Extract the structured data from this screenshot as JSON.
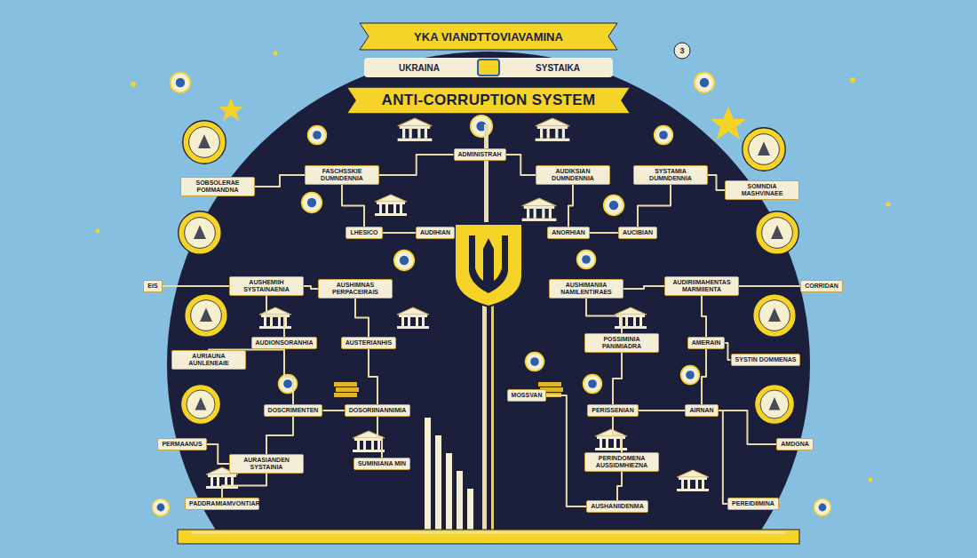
{
  "diagram": {
    "title": "ANTI-CORRUPTION SYSTEM",
    "nodes": [
      {
        "text": [
          "ADMINISTRAH"
        ]
      },
      {
        "text": [
          "SOBSOLERAE POMMANDNA"
        ]
      },
      {
        "text": [
          "FASCHSSKIE DUMNDENNIA"
        ]
      },
      {
        "text": [
          "AUDIKSIAN DUMNDENNIA"
        ]
      },
      {
        "text": [
          "SYSTAMIA DUMNDENNIA"
        ]
      },
      {
        "text": [
          "SOMNDIA MASHVINAEE"
        ]
      },
      {
        "text": [
          "LHESICO"
        ]
      },
      {
        "text": [
          "AUDIHIAN"
        ]
      },
      {
        "text": [
          "ANORHIAN"
        ]
      },
      {
        "text": [
          "AUCIBIAN"
        ]
      },
      {
        "text": [
          "EIS"
        ]
      },
      {
        "text": [
          "AUSHEMIIH SYSTAINAENIA"
        ]
      },
      {
        "text": [
          "AUSHIMNAS PERPACEIRAIS"
        ]
      },
      {
        "text": [
          "AUSHIMANIIA NAMILENTIRAES"
        ]
      },
      {
        "text": [
          "AUDIRIIMAHENTAS MARMIIENTA"
        ]
      },
      {
        "text": [
          "CORRIDAN"
        ]
      },
      {
        "text": [
          "AUDIONSORANHIA"
        ]
      },
      {
        "text": [
          "AUSTERIANHIS"
        ]
      },
      {
        "text": [
          "POSSIMINIA PANIMIADRA"
        ]
      },
      {
        "text": [
          "AMERAIN"
        ]
      },
      {
        "text": [
          "AURIAUNA AUNLENEAIE"
        ]
      },
      {
        "text": [
          "SYSTIN DOMMENAS"
        ]
      },
      {
        "text": [
          "DOSCRIMENTEN"
        ]
      },
      {
        "text": [
          "DOSORIINANNIMIA"
        ]
      },
      {
        "text": [
          "MOSSVAN"
        ]
      },
      {
        "text": [
          "PERISSENIAN"
        ]
      },
      {
        "text": [
          "AIRNAN"
        ]
      },
      {
        "text": [
          "PERMAANUS"
        ]
      },
      {
        "text": [
          "AMDGNA"
        ]
      },
      {
        "text": [
          "AURASIANDEN SYSTAINIA"
        ]
      },
      {
        "text": [
          "SUMINIANA MIN"
        ]
      },
      {
        "text": [
          "PERINDOMENA AUSSIDMHIEZNA"
        ]
      },
      {
        "text": [
          "PADDRAMIAMVONTIARIA"
        ]
      },
      {
        "text": [
          "AUSHANIIDENMA"
        ]
      },
      {
        "text": [
          "PEREIDIIMINA"
        ]
      }
    ],
    "edges": [
      {
        "from": 0,
        "to": 2,
        "arrow": "none"
      },
      {
        "from": 0,
        "to": 3,
        "arrow": "none"
      },
      {
        "from": 1,
        "to": 2,
        "arrow": "none"
      },
      {
        "from": 4,
        "to": 5,
        "arrow": "none"
      },
      {
        "from": 2,
        "to": 6,
        "arrow": "none"
      },
      {
        "from": 6,
        "to": 7,
        "arrow": "none"
      },
      {
        "from": 3,
        "to": 8,
        "arrow": "none"
      },
      {
        "from": 4,
        "to": 9,
        "arrow": "none"
      },
      {
        "from": 8,
        "to": 9,
        "arrow": "none"
      },
      {
        "from": 10,
        "to": 11,
        "arrow": "none"
      },
      {
        "from": 11,
        "to": 12,
        "arrow": "none"
      },
      {
        "from": 13,
        "to": 14,
        "arrow": "none"
      },
      {
        "from": 14,
        "to": 15,
        "arrow": "none"
      },
      {
        "from": 11,
        "to": 16,
        "arrow": "none"
      },
      {
        "from": 12,
        "to": 17,
        "arrow": "none"
      },
      {
        "from": 13,
        "to": 18,
        "arrow": "none"
      },
      {
        "from": 14,
        "to": 19,
        "arrow": "none"
      },
      {
        "from": 20,
        "to": 16,
        "arrow": "none"
      },
      {
        "from": 21,
        "to": 19,
        "arrow": "none"
      },
      {
        "from": 16,
        "to": 22,
        "arrow": "none"
      },
      {
        "from": 17,
        "to": 23,
        "arrow": "none"
      },
      {
        "from": 18,
        "to": 25,
        "arrow": "none"
      },
      {
        "from": 19,
        "to": 26,
        "arrow": "none"
      },
      {
        "from": 22,
        "to": 23,
        "arrow": "none"
      },
      {
        "from": 25,
        "to": 26,
        "arrow": "none"
      },
      {
        "from": 24,
        "to": 33,
        "arrow": "none"
      },
      {
        "from": 27,
        "to": 29,
        "arrow": "none"
      },
      {
        "from": 26,
        "to": 28,
        "arrow": "none"
      },
      {
        "from": 22,
        "to": 29,
        "arrow": "none"
      },
      {
        "from": 23,
        "to": 30,
        "arrow": "none"
      },
      {
        "from": 25,
        "to": 31,
        "arrow": "none"
      },
      {
        "from": 29,
        "to": 32,
        "arrow": "none"
      },
      {
        "from": 31,
        "to": 33,
        "arrow": "none"
      },
      {
        "from": 26,
        "to": 34,
        "arrow": "none"
      }
    ],
    "labels": [
      "YKA VIANDTTOVIAVAMINA",
      "UKRAINA",
      "SYSTAIKA",
      "3"
    ]
  }
}
